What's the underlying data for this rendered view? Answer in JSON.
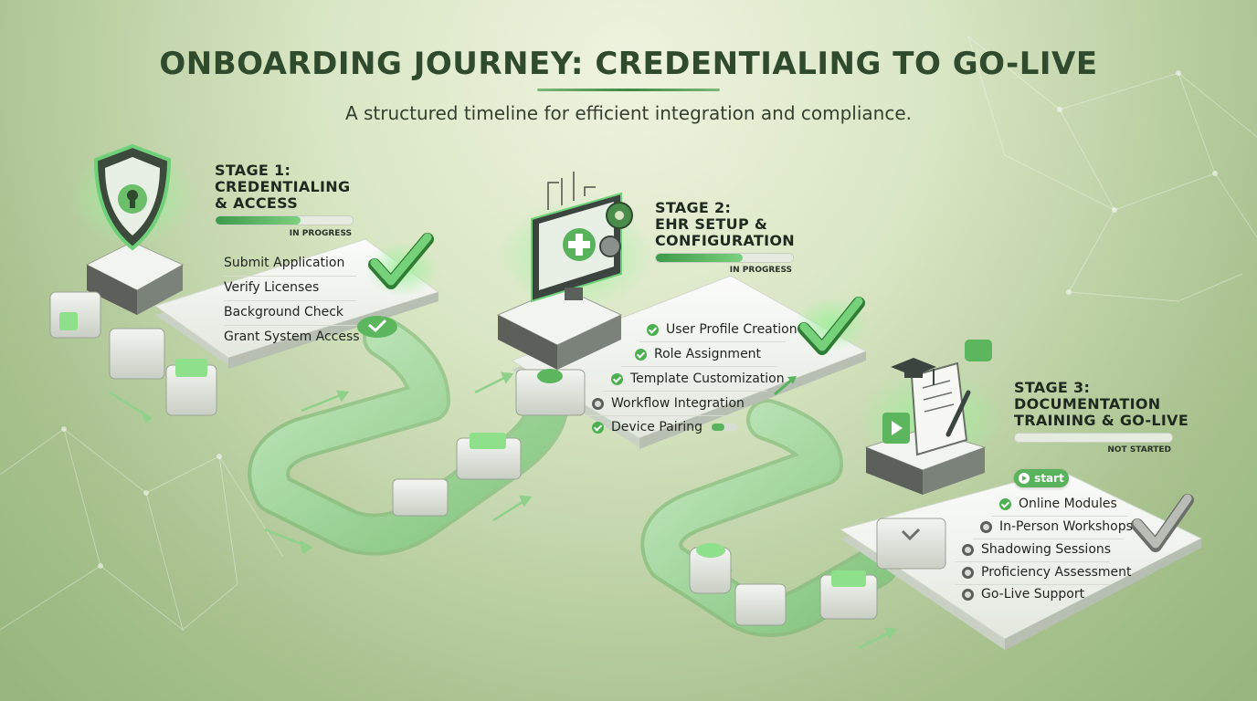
{
  "title": "ONBOARDING JOURNEY: CREDENTIALING TO GO-LIVE",
  "subtitle": "A structured timeline for efficient integration and compliance.",
  "stages": [
    {
      "title": "STAGE 1:\nCREDENTIALING\n& ACCESS",
      "status": "IN PROGRESS",
      "progress": 0.62,
      "icon": "shield-lock-icon",
      "items": [
        {
          "label": "Submit Application",
          "done": false
        },
        {
          "label": "Verify Licenses",
          "done": false
        },
        {
          "label": "Background Check",
          "done": false
        },
        {
          "label": "Grant System Access",
          "done": false
        }
      ]
    },
    {
      "title": "STAGE 2:\nEHR SETUP &\nCONFIGURATION",
      "status": "IN PROGRESS",
      "progress": 0.63,
      "icon": "monitor-gear-icon",
      "items": [
        {
          "label": "User Profile Creation",
          "done": true
        },
        {
          "label": "Role Assignment",
          "done": true
        },
        {
          "label": "Template Customization",
          "done": true
        },
        {
          "label": "Workflow Integration",
          "done": false
        },
        {
          "label": "Device Pairing",
          "done": true
        }
      ]
    },
    {
      "title": "STAGE 3:\nDOCUMENTATION\nTRAINING & GO-LIVE",
      "status": "NOT STARTED",
      "progress": 0,
      "icon": "document-graduation-icon",
      "start_label": "start",
      "items": [
        {
          "label": "Online Modules",
          "done": true
        },
        {
          "label": "In-Person Workshops",
          "done": false
        },
        {
          "label": "Shadowing Sessions",
          "done": false
        },
        {
          "label": "Proficiency Assessment",
          "done": false
        },
        {
          "label": "Go-Live Support",
          "done": false
        }
      ]
    }
  ],
  "colors": {
    "accent": "#4caf50",
    "dark": "#2f4a2c",
    "track": "#8fd08a"
  }
}
